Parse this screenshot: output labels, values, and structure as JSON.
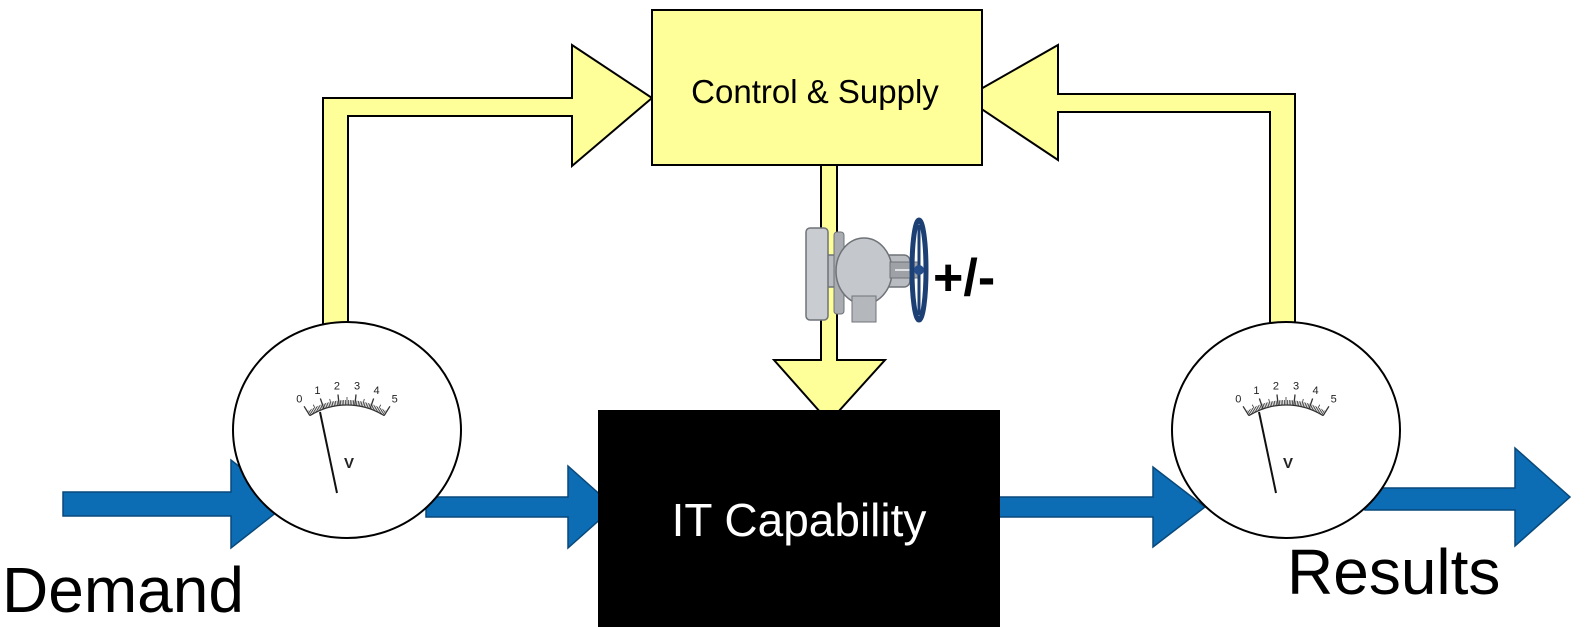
{
  "nodes": {
    "control_supply": "Control & Supply",
    "it_capability": "IT Capability"
  },
  "labels": {
    "demand": "Demand",
    "results": "Results",
    "adjust": "+/-"
  },
  "meters": {
    "scale": [
      "0",
      "1",
      "2",
      "3",
      "4",
      "5"
    ],
    "unit": "V"
  },
  "icons": {
    "valve": "valve-icon",
    "meter": "voltmeter-icon"
  },
  "colors": {
    "feedback_arrow": "#ffff99",
    "flow_arrow": "#0c6cb4",
    "control_box": "#ffff99",
    "capability_box": "#000000"
  }
}
